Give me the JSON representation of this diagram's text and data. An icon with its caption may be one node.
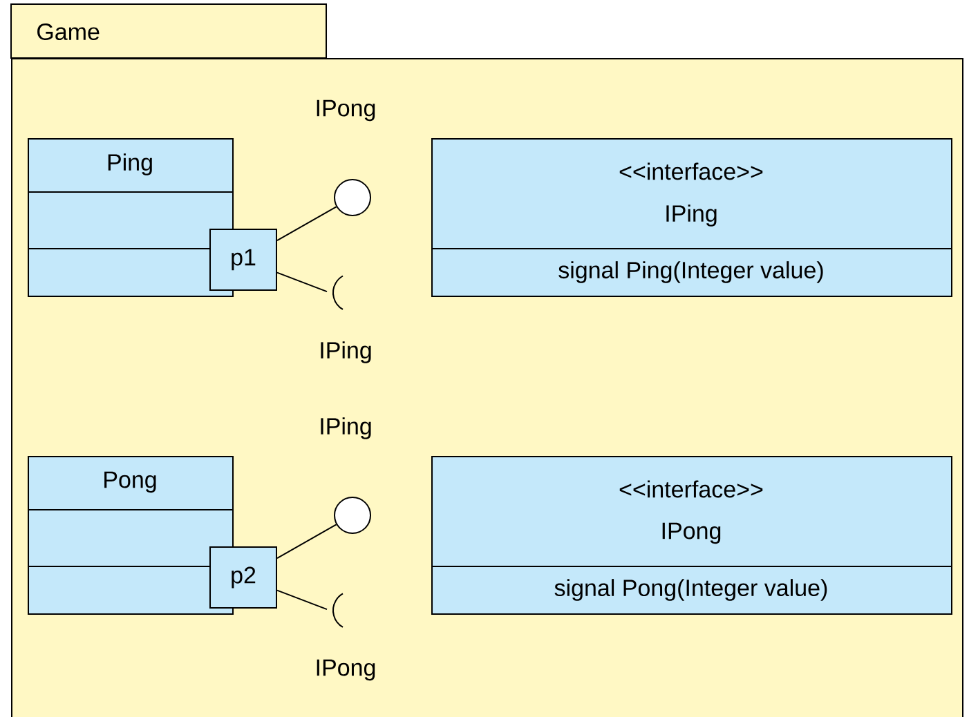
{
  "diagram": {
    "nodes": [
      {
        "text": [
          "Game"
        ]
      },
      {
        "text": [
          "Ping"
        ],
        "in": 0
      },
      {
        "text": [
          "p1"
        ],
        "in": 0
      },
      {
        "text": [],
        "shape": "circle",
        "beside": [
          "IPong"
        ],
        "in": 0
      },
      {
        "text": [],
        "shape": "arc",
        "beside": [
          "IPing"
        ],
        "in": 0
      },
      {
        "text": [
          "<<interface>>",
          "IPing",
          "signal Ping(Integer value)"
        ],
        "in": 0
      },
      {
        "text": [
          "Pong"
        ],
        "in": 0
      },
      {
        "text": [
          "p2"
        ],
        "in": 0
      },
      {
        "text": [],
        "shape": "circle",
        "beside": [
          "IPing"
        ],
        "in": 0
      },
      {
        "text": [],
        "shape": "arc",
        "beside": [
          "IPong"
        ],
        "in": 0
      },
      {
        "text": [
          "<<interface>>",
          "IPong",
          "signal Pong(Integer value)"
        ],
        "in": 0
      }
    ],
    "edges": [
      {
        "from": 2,
        "to": 3,
        "arrow": "none"
      },
      {
        "from": 2,
        "to": 4,
        "arrow": "none"
      },
      {
        "from": 7,
        "to": 8,
        "arrow": "none"
      },
      {
        "from": 7,
        "to": 9,
        "arrow": "none"
      }
    ]
  }
}
